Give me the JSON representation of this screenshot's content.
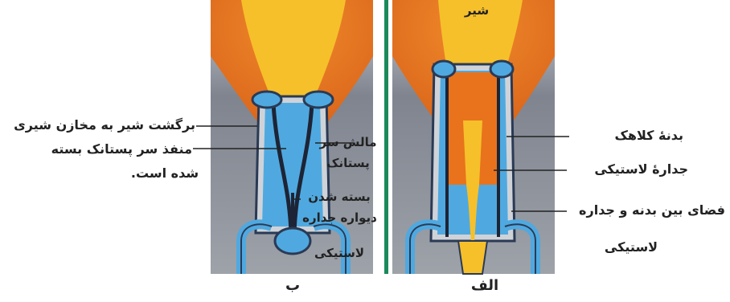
{
  "panel_left": {
    "caption": "ب",
    "labels": {
      "milk_return": "برگشت شیر به مخازن شیری",
      "teat_opening_line1": "منفذ سر پستانک بسته",
      "teat_opening_line2": "شده است.",
      "teat_massage_line1": "مالش سر",
      "teat_massage_line2": "پستانک",
      "wall_closing_line1": "بسته شدن",
      "wall_closing_line2": "دیواره جداره",
      "wall_closing_line3": "لاستیکی"
    }
  },
  "panel_right": {
    "caption": "الف",
    "labels": {
      "milk": "شیر",
      "cup_body": "بدنۀ کلاهک",
      "rubber_liner": "جدارۀ لاستیکی",
      "space_line1": "فضای بین بدنه و جداره",
      "space_line2": "لاستیکی"
    }
  },
  "colors": {
    "udder_orange": "#e8731c",
    "milk_yellow": "#f6c02a",
    "liner_blue": "#4fa9e0",
    "background_gray": "#6f7480",
    "divider_green": "#1a8a5a"
  }
}
